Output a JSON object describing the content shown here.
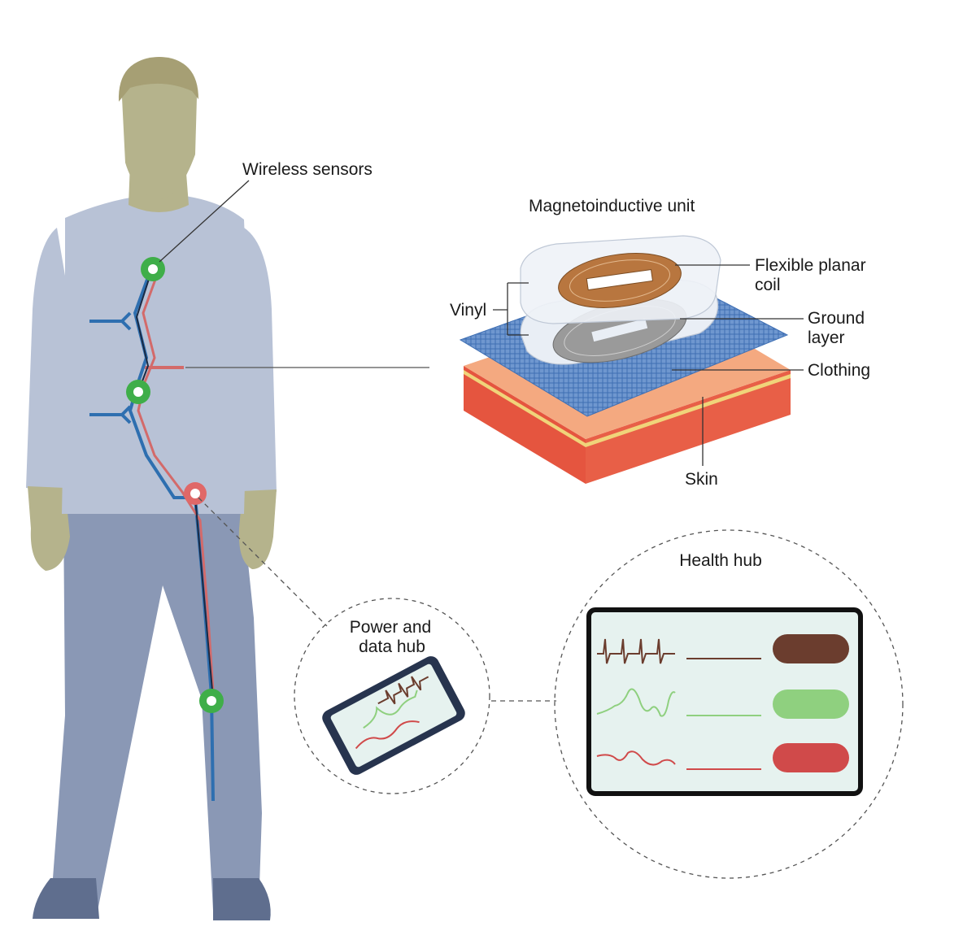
{
  "labels": {
    "wireless_sensors": "Wireless sensors",
    "magnetoinductive_unit": "Magnetoinductive unit",
    "flexible_planar_coil_line1": "Flexible planar",
    "flexible_planar_coil_line2": "coil",
    "vinyl": "Vinyl",
    "ground_layer_line1": "Ground",
    "ground_layer_line2": "layer",
    "clothing": "Clothing",
    "skin": "Skin",
    "power_hub_line1": "Power and",
    "power_hub_line2": "data hub",
    "health_hub": "Health hub"
  },
  "colors": {
    "skin_body": "#b5b38c",
    "shirt": "#b8c2d6",
    "pants": "#8a98b5",
    "shoes": "#5f6e8e",
    "trace_blue": "#2e6fb0",
    "trace_red": "#d36a6a",
    "sensor_green": "#3fae49",
    "sensor_red": "#e06868",
    "coil_copper": "#b8763f",
    "ground_grey": "#8a8a8a",
    "clothing_blue": "#4f80c2",
    "skin_layer": "#f4a980",
    "muscle": "#e5553f",
    "fat": "#f0d47a",
    "screen_bg": "#e6f2ef",
    "ecg_brown": "#6b3d2e",
    "ppg_green": "#8fd07f",
    "resp_red": "#d04a4a"
  },
  "health_hub_rows": [
    {
      "signal": "ecg",
      "color": "#6b3d2e"
    },
    {
      "signal": "ppg",
      "color": "#8fd07f"
    },
    {
      "signal": "respiration",
      "color": "#d04a4a"
    }
  ]
}
